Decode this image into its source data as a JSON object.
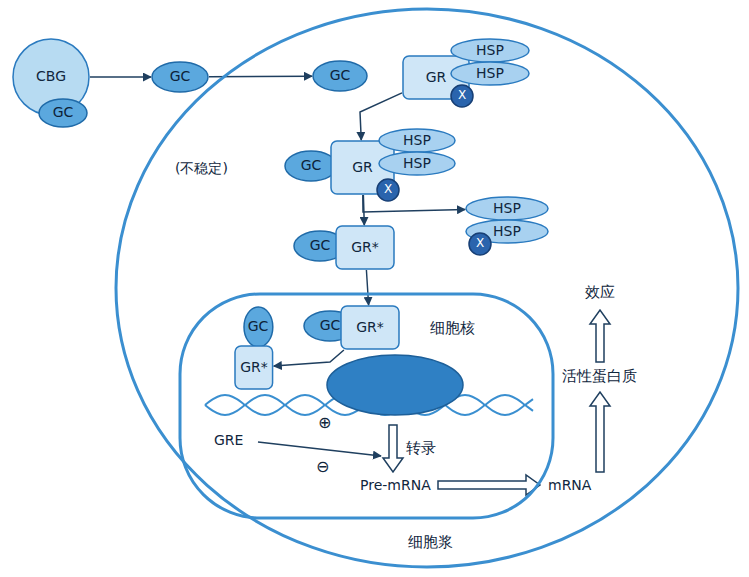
{
  "diagram": {
    "nodes": [
      {
        "text": [
          "CBG"
        ]
      },
      {
        "text": [
          "GC"
        ]
      },
      {
        "text": [
          "GC"
        ]
      },
      {
        "text": [
          "细胞浆"
        ]
      },
      {
        "text": [
          "GC"
        ],
        "in": 3
      },
      {
        "text": [
          "GR"
        ],
        "in": 3
      },
      {
        "text": [
          "HSP"
        ],
        "in": 3
      },
      {
        "text": [
          "HSP"
        ],
        "in": 3
      },
      {
        "text": [
          "X"
        ],
        "in": 3
      },
      {
        "text": [
          "GC"
        ],
        "in": 3
      },
      {
        "text": [
          "GR"
        ],
        "in": 3
      },
      {
        "text": [
          "HSP"
        ],
        "in": 3
      },
      {
        "text": [
          "HSP"
        ],
        "in": 3
      },
      {
        "text": [
          "X"
        ],
        "in": 3
      },
      {
        "text": [
          "HSP"
        ],
        "in": 3
      },
      {
        "text": [
          "HSP"
        ],
        "in": 3
      },
      {
        "text": [
          "X"
        ],
        "in": 3
      },
      {
        "text": [
          "GC"
        ],
        "in": 3
      },
      {
        "text": [
          "GR*"
        ],
        "in": 3
      },
      {
        "text": [
          "细胞核"
        ],
        "in": 3
      },
      {
        "text": [
          "GC"
        ],
        "in": 19
      },
      {
        "text": [
          "GR*"
        ],
        "in": 19
      },
      {
        "text": [
          "GC"
        ],
        "in": 19
      },
      {
        "text": [
          "GR*"
        ],
        "in": 19
      }
    ],
    "edges": [
      {
        "from": 0,
        "to": 2,
        "arrow": "to"
      },
      {
        "from": 2,
        "to": 4,
        "arrow": "to"
      },
      {
        "from": 5,
        "to": 10,
        "arrow": "to"
      },
      {
        "from": 10,
        "to": 18,
        "arrow": "to"
      },
      {
        "from": 10,
        "to": 14,
        "arrow": "to"
      },
      {
        "from": 18,
        "to": 21,
        "arrow": "to"
      },
      {
        "from": 21,
        "to": 23,
        "arrow": "to"
      }
    ],
    "labels": [
      "(不稳定)",
      "GRE",
      "⊕",
      "⊖",
      "转录",
      "Pre-mRNA",
      "mRNA",
      "活性蛋白质",
      "效应"
    ]
  }
}
